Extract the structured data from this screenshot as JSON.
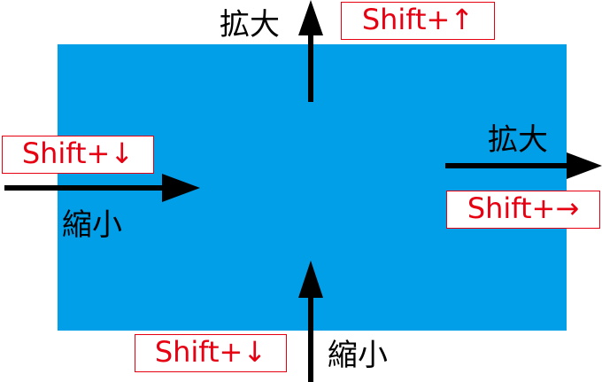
{
  "colors": {
    "area": "#009fe8",
    "key_text": "#e60012",
    "arrow": "#000000"
  },
  "top": {
    "label": "拡大",
    "shortcut": "Shift+↑"
  },
  "right": {
    "label": "拡大",
    "shortcut": "Shift+→"
  },
  "left": {
    "label": "縮小",
    "shortcut": "Shift+↓"
  },
  "bottom": {
    "label": "縮小",
    "shortcut": "Shift+↓"
  }
}
